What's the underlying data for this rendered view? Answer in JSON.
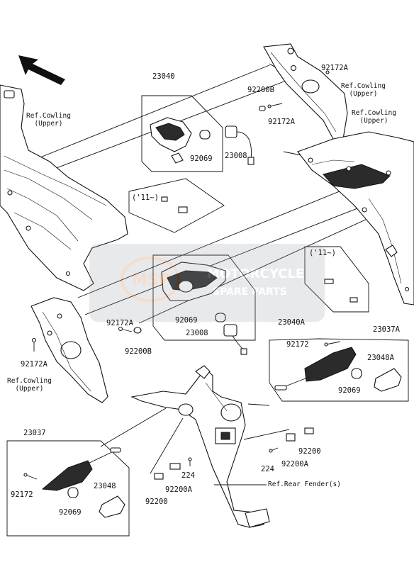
{
  "diagram": {
    "parts": {
      "p23040": "23040",
      "p92200B_top": "92200B",
      "p92172A_top": "92172A",
      "p92172A_top2": "92172A",
      "p92069_top": "92069",
      "p23008_top": "23008",
      "year_top": "('11~)",
      "year_right": "('11~)",
      "p92069_mid": "92069",
      "p23008_mid": "23008",
      "p23040A": "23040A",
      "p92172A_left": "92172A",
      "p92200B_left": "92200B",
      "p92172A_left2": "92172A",
      "p23037A": "23037A",
      "p92172_right": "92172",
      "p23048A": "23048A",
      "p92069_right": "92069",
      "p23037": "23037",
      "p92172_left": "92172",
      "p23048": "23048",
      "p92069_left": "92069",
      "p224_a": "224",
      "p92200A_a": "92200A",
      "p92200_a": "92200",
      "p224_b": "224",
      "p92200A_b": "92200A",
      "p92200_b": "92200"
    },
    "refs": {
      "cowling_upper_1": "Ref.Cowling\n(Upper)",
      "cowling_upper_2": "Ref.Cowling\n(Upper)",
      "cowling_upper_3": "Ref.Cowling\n(Upper)",
      "cowling_upper_4": "Ref.Cowling\n(Upper)",
      "rear_fender": "Ref.Rear Fender(s)"
    },
    "watermark": {
      "brand": "MOTORCYCLE",
      "sub": "SPARE PARTS",
      "logo": "MSP"
    },
    "icons": {
      "direction": "front-direction-arrow-icon"
    }
  }
}
